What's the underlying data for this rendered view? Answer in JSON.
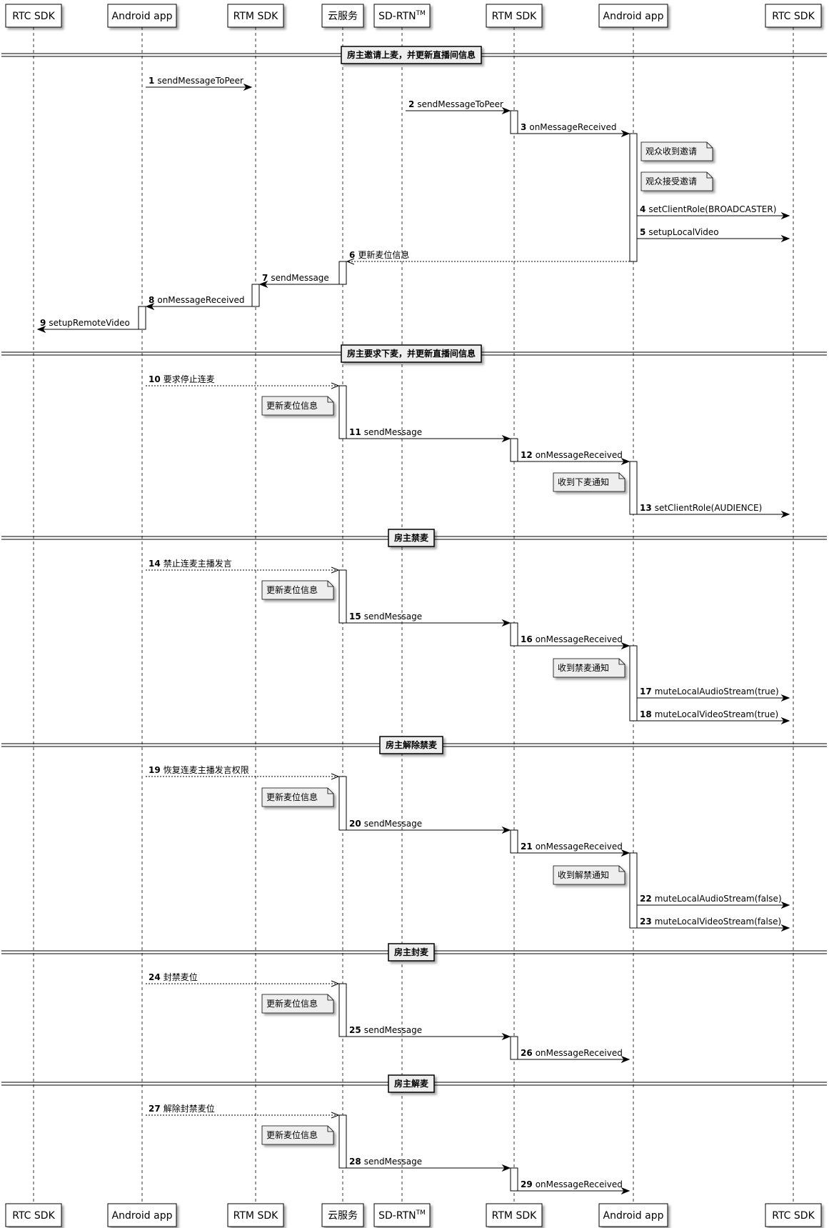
{
  "participants": [
    {
      "id": "rtc1",
      "label": "RTC SDK"
    },
    {
      "id": "app1",
      "label": "Android app"
    },
    {
      "id": "rtm1",
      "label": "RTM SDK"
    },
    {
      "id": "cloud",
      "label": "云服务"
    },
    {
      "id": "sdrtn",
      "label": "SD-RTN",
      "sup": "TM"
    },
    {
      "id": "rtm2",
      "label": "RTM SDK"
    },
    {
      "id": "app2",
      "label": "Android app"
    },
    {
      "id": "rtc2",
      "label": "RTC SDK"
    }
  ],
  "sections": [
    {
      "title": "房主邀请上麦，并更新直播间信息"
    },
    {
      "title": "房主要求下麦，并更新直播间信息"
    },
    {
      "title": "房主禁麦"
    },
    {
      "title": "房主解除禁麦"
    },
    {
      "title": "房主封麦"
    },
    {
      "title": "房主解麦"
    }
  ],
  "notes": [
    {
      "text": "观众收到邀请"
    },
    {
      "text": "观众接受邀请"
    },
    {
      "text": "更新麦位信息"
    },
    {
      "text": "收到下麦通知"
    },
    {
      "text": "更新麦位信息"
    },
    {
      "text": "收到禁麦通知"
    },
    {
      "text": "更新麦位信息"
    },
    {
      "text": "收到解禁通知"
    },
    {
      "text": "更新麦位信息"
    },
    {
      "text": "更新麦位信息"
    }
  ],
  "messages": [
    {
      "n": "1",
      "label": "sendMessageToPeer",
      "from": "app1",
      "to": "rtm1",
      "style": "solid"
    },
    {
      "n": "2",
      "label": "sendMessageToPeer",
      "from": "sdrtn",
      "to": "rtm2",
      "style": "solid"
    },
    {
      "n": "3",
      "label": "onMessageReceived",
      "from": "rtm2",
      "to": "app2",
      "style": "solid"
    },
    {
      "n": "4",
      "label": "setClientRole(BROADCASTER)",
      "from": "app2",
      "to": "rtc2",
      "style": "solid"
    },
    {
      "n": "5",
      "label": "setupLocalVideo",
      "from": "app2",
      "to": "rtc2",
      "style": "solid"
    },
    {
      "n": "6",
      "label": "更新麦位信息",
      "from": "app2",
      "to": "cloud",
      "style": "dashed"
    },
    {
      "n": "7",
      "label": "sendMessage",
      "from": "cloud",
      "to": "rtm1",
      "style": "solid"
    },
    {
      "n": "8",
      "label": "onMessageReceived",
      "from": "rtm1",
      "to": "app1",
      "style": "solid"
    },
    {
      "n": "9",
      "label": "setupRemoteVideo",
      "from": "app1",
      "to": "rtc1",
      "style": "solid"
    },
    {
      "n": "10",
      "label": "要求停止连麦",
      "from": "app1",
      "to": "cloud",
      "style": "dashed"
    },
    {
      "n": "11",
      "label": "sendMessage",
      "from": "cloud",
      "to": "rtm2",
      "style": "solid"
    },
    {
      "n": "12",
      "label": "onMessageReceived",
      "from": "rtm2",
      "to": "app2",
      "style": "solid"
    },
    {
      "n": "13",
      "label": "setClientRole(AUDIENCE)",
      "from": "app2",
      "to": "rtc2",
      "style": "solid"
    },
    {
      "n": "14",
      "label": "禁止连麦主播发言",
      "from": "app1",
      "to": "cloud",
      "style": "dashed"
    },
    {
      "n": "15",
      "label": "sendMessage",
      "from": "cloud",
      "to": "rtm2",
      "style": "solid"
    },
    {
      "n": "16",
      "label": "onMessageReceived",
      "from": "rtm2",
      "to": "app2",
      "style": "solid"
    },
    {
      "n": "17",
      "label": "muteLocalAudioStream(true)",
      "from": "app2",
      "to": "rtc2",
      "style": "solid"
    },
    {
      "n": "18",
      "label": "muteLocalVideoStream(true)",
      "from": "app2",
      "to": "rtc2",
      "style": "solid"
    },
    {
      "n": "19",
      "label": "恢复连麦主播发言权限",
      "from": "app1",
      "to": "cloud",
      "style": "dashed"
    },
    {
      "n": "20",
      "label": "sendMessage",
      "from": "cloud",
      "to": "rtm2",
      "style": "solid"
    },
    {
      "n": "21",
      "label": "onMessageReceived",
      "from": "rtm2",
      "to": "app2",
      "style": "solid"
    },
    {
      "n": "22",
      "label": "muteLocalAudioStream(false)",
      "from": "app2",
      "to": "rtc2",
      "style": "solid"
    },
    {
      "n": "23",
      "label": "muteLocalVideoStream(false)",
      "from": "app2",
      "to": "rtc2",
      "style": "solid"
    },
    {
      "n": "24",
      "label": "封禁麦位",
      "from": "app1",
      "to": "cloud",
      "style": "dashed"
    },
    {
      "n": "25",
      "label": "sendMessage",
      "from": "cloud",
      "to": "rtm2",
      "style": "solid"
    },
    {
      "n": "26",
      "label": "onMessageReceived",
      "from": "rtm2",
      "to": "app2",
      "style": "solid"
    },
    {
      "n": "27",
      "label": "解除封禁麦位",
      "from": "app1",
      "to": "cloud",
      "style": "dashed"
    },
    {
      "n": "28",
      "label": "sendMessage",
      "from": "cloud",
      "to": "rtm2",
      "style": "solid"
    },
    {
      "n": "29",
      "label": "onMessageReceived",
      "from": "rtm2",
      "to": "app2",
      "style": "solid"
    }
  ]
}
